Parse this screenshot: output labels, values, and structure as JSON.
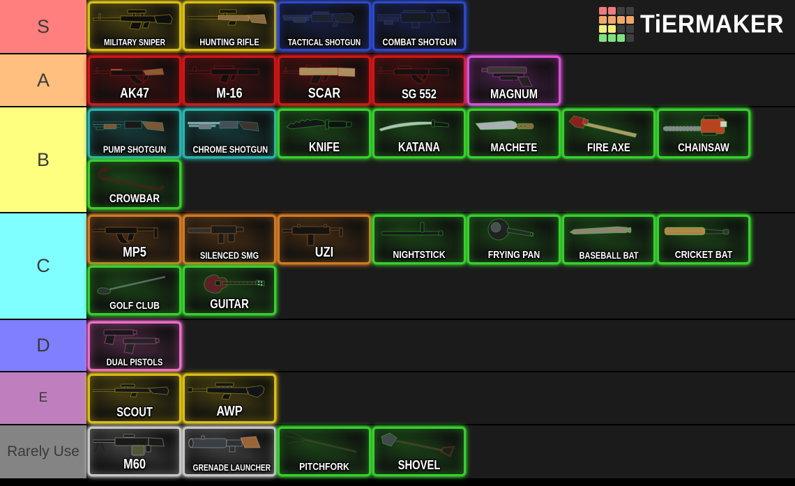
{
  "logo": {
    "text": "TiERMAKER",
    "palette": {
      "salmon": "#ef7b7b",
      "orange": "#efa96a",
      "yellow": "#f2ee7d",
      "green": "#7de37d",
      "dark": "#3d3e3e"
    },
    "grid": [
      [
        "salmon",
        "salmon",
        "dark",
        "dark"
      ],
      [
        "orange",
        "orange",
        "orange",
        "orange"
      ],
      [
        "yellow",
        "yellow",
        "dark",
        "dark"
      ],
      [
        "green",
        "green",
        "green",
        "dark"
      ]
    ]
  },
  "colors": {
    "row_background": "#1b1b1b",
    "row_border": "#000000",
    "tier_label_text": "#3a3a3a",
    "tile_label_text": "#ffffff"
  },
  "tiers": [
    {
      "label": "S",
      "color": "#ff7f7f",
      "items": [
        {
          "name": "MILITARY SNIPER",
          "glow": "#d9bd17",
          "icon": "military-sniper-icon"
        },
        {
          "name": "HUNTING RIFLE",
          "glow": "#d9bd17",
          "icon": "hunting-rifle-icon"
        },
        {
          "name": "TACTICAL SHOTGUN",
          "glow": "#2d49c8",
          "icon": "tactical-shotgun-icon"
        },
        {
          "name": "COMBAT SHOTGUN",
          "glow": "#2d49c8",
          "icon": "combat-shotgun-icon"
        }
      ]
    },
    {
      "label": "A",
      "color": "#ffbf7f",
      "items": [
        {
          "name": "AK47",
          "glow": "#cf1616",
          "icon": "ak47-icon"
        },
        {
          "name": "M-16",
          "glow": "#cf1616",
          "icon": "m16-icon"
        },
        {
          "name": "SCAR",
          "glow": "#cf1616",
          "icon": "scar-icon"
        },
        {
          "name": "SG 552",
          "glow": "#cf1616",
          "icon": "sg552-icon"
        },
        {
          "name": "MAGNUM",
          "glow": "#d94fd9",
          "icon": "magnum-icon"
        }
      ]
    },
    {
      "label": "B",
      "color": "#ffff7f",
      "items": [
        {
          "name": "PUMP SHOTGUN",
          "glow": "#2ab3ae",
          "icon": "pump-shotgun-icon"
        },
        {
          "name": "CHROME SHOTGUN",
          "glow": "#2ab3ae",
          "icon": "chrome-shotgun-icon"
        },
        {
          "name": "KNIFE",
          "glow": "#38cf2e",
          "icon": "knife-icon"
        },
        {
          "name": "KATANA",
          "glow": "#38cf2e",
          "icon": "katana-icon"
        },
        {
          "name": "MACHETE",
          "glow": "#38cf2e",
          "icon": "machete-icon"
        },
        {
          "name": "FIRE AXE",
          "glow": "#38cf2e",
          "icon": "fire-axe-icon"
        },
        {
          "name": "CHAINSAW",
          "glow": "#38cf2e",
          "icon": "chainsaw-icon"
        },
        {
          "name": "CROWBAR",
          "glow": "#38cf2e",
          "icon": "crowbar-icon"
        }
      ]
    },
    {
      "label": "C",
      "color": "#7fffff",
      "items": [
        {
          "name": "MP5",
          "glow": "#cf7a23",
          "icon": "mp5-icon"
        },
        {
          "name": "SILENCED SMG",
          "glow": "#cf7a23",
          "icon": "silenced-smg-icon"
        },
        {
          "name": "UZI",
          "glow": "#cf7a23",
          "icon": "uzi-icon"
        },
        {
          "name": "NIGHTSTICK",
          "glow": "#38cf2e",
          "icon": "nightstick-icon"
        },
        {
          "name": "FRYING PAN",
          "glow": "#38cf2e",
          "icon": "frying-pan-icon"
        },
        {
          "name": "BASEBALL BAT",
          "glow": "#38cf2e",
          "icon": "baseball-bat-icon"
        },
        {
          "name": "CRICKET BAT",
          "glow": "#38cf2e",
          "icon": "cricket-bat-icon"
        },
        {
          "name": "GOLF CLUB",
          "glow": "#38cf2e",
          "icon": "golf-club-icon"
        },
        {
          "name": "GUITAR",
          "glow": "#38cf2e",
          "icon": "guitar-icon"
        }
      ]
    },
    {
      "label": "D",
      "color": "#7f7fff",
      "items": [
        {
          "name": "DUAL PISTOLS",
          "glow": "#ee6ec9",
          "icon": "dual-pistols-icon"
        }
      ]
    },
    {
      "label": "E",
      "color": "#bf7fbf",
      "items": [
        {
          "name": "SCOUT",
          "glow": "#d9bd17",
          "icon": "scout-icon"
        },
        {
          "name": "AWP",
          "glow": "#d9bd17",
          "icon": "awp-icon"
        }
      ]
    },
    {
      "label": "Rarely Use",
      "color": "#848484",
      "items": [
        {
          "name": "M60",
          "glow": "#c6c6c6",
          "icon": "m60-icon"
        },
        {
          "name": "GRENADE LAUNCHER",
          "glow": "#c6c6c6",
          "icon": "grenade-launcher-icon"
        },
        {
          "name": "PITCHFORK",
          "glow": "#38cf2e",
          "icon": "pitchfork-icon"
        },
        {
          "name": "SHOVEL",
          "glow": "#38cf2e",
          "icon": "shovel-icon"
        }
      ]
    }
  ]
}
